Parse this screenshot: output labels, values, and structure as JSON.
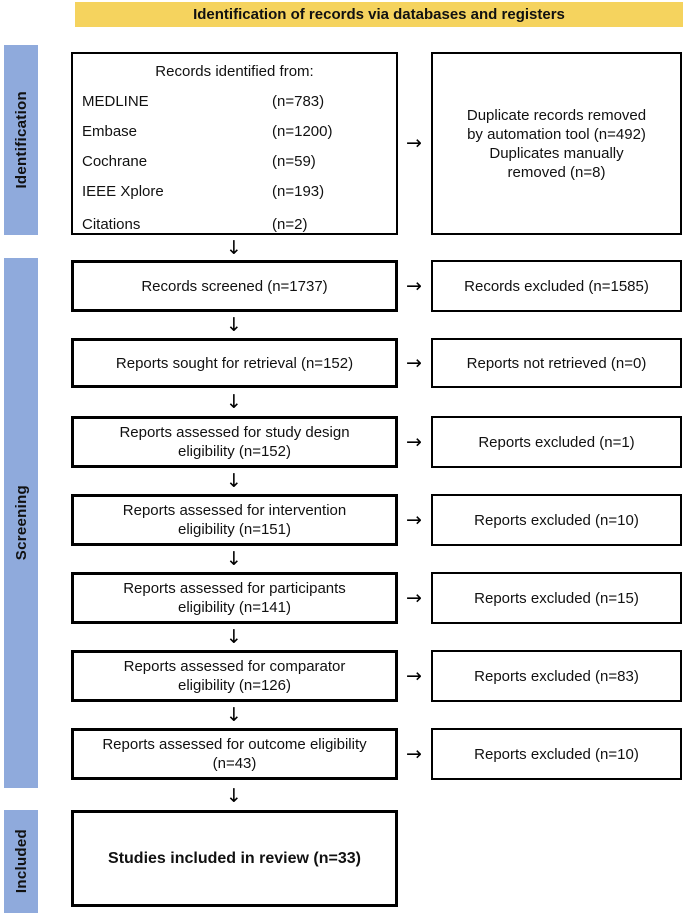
{
  "banner": {
    "label": "Identification of records via databases and registers"
  },
  "colors": {
    "banner_bg": "#F5D35E",
    "stage_bar": "#8FAADC",
    "box_border": "#000000"
  },
  "icons": {
    "arrow_down": "↓",
    "arrow_right": "→"
  },
  "sidebar": {
    "stages": [
      {
        "label": "Identification"
      },
      {
        "label": "Screening"
      },
      {
        "label": "Included"
      }
    ]
  },
  "identification": {
    "sources_box": {
      "title": "Records identified from:",
      "sources": [
        {
          "name": "MEDLINE",
          "count": "(n=783)"
        },
        {
          "name": "Embase",
          "count": "(n=1200)"
        },
        {
          "name": "Cochrane",
          "count": "(n=59)"
        },
        {
          "name": "IEEE Xplore",
          "count": "(n=193)"
        },
        {
          "name": "Citations",
          "count": "(n=2)"
        }
      ]
    },
    "duplicates_box": {
      "lines": [
        "Duplicate records removed",
        "by automation tool (n=492)",
        "Duplicates manually",
        "removed (n=8)"
      ]
    }
  },
  "screening_rows": [
    {
      "left": "Records screened (n=1737)",
      "right": "Records excluded (n=1585)"
    },
    {
      "left": "Reports sought for retrieval (n=152)",
      "right": "Reports not retrieved (n=0)"
    },
    {
      "left": "Reports assessed for study design eligibility (n=152)",
      "right": "Reports excluded (n=1)"
    },
    {
      "left": "Reports assessed for intervention eligibility (n=151)",
      "right": "Reports excluded (n=10)"
    },
    {
      "left": "Reports assessed for participants eligibility (n=141)",
      "right": "Reports excluded (n=15)"
    },
    {
      "left": "Reports assessed for comparator eligibility (n=126)",
      "right": "Reports excluded (n=83)"
    },
    {
      "left": "Reports assessed for outcome eligibility (n=43)",
      "right": "Reports excluded (n=10)"
    }
  ],
  "included": {
    "label": "Studies included in review (n=33)"
  }
}
